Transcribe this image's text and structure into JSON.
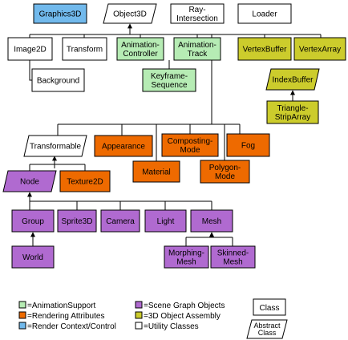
{
  "colors": {
    "animation": "#b6ecb4",
    "rendering": "#ee6a00",
    "render_context": "#71b9ec",
    "scene_graph": "#b06ad0",
    "assembly": "#cccc2c",
    "utility": "#ffffff"
  },
  "nodes": {
    "graphics3d": [
      "Graphics3D"
    ],
    "object3d": [
      "Object3D"
    ],
    "rayintersection": [
      "Ray-",
      "Intersection"
    ],
    "loader": [
      "Loader"
    ],
    "image2d": [
      "Image2D"
    ],
    "transform": [
      "Transform"
    ],
    "animcontroller": [
      "Animation-",
      "Controller"
    ],
    "animtrack": [
      "Animation-",
      "Track"
    ],
    "vertexbuffer": [
      "VertexBuffer"
    ],
    "vertexarray": [
      "VertexArray"
    ],
    "background": [
      "Background"
    ],
    "keyframeseq": [
      "Keyframe-",
      "Sequence"
    ],
    "indexbuffer": [
      "IndexBuffer"
    ],
    "trianglestrip": [
      "Triangle-",
      "StripArray"
    ],
    "transformable": [
      "Transformable"
    ],
    "appearance": [
      "Appearance"
    ],
    "compositingmode": [
      "Composting-",
      "Mode"
    ],
    "fog": [
      "Fog"
    ],
    "material": [
      "Material"
    ],
    "polygonmode": [
      "Polygon-",
      "Mode"
    ],
    "node": [
      "Node"
    ],
    "texture2d": [
      "Texture2D"
    ],
    "group": [
      "Group"
    ],
    "sprite3d": [
      "Sprite3D"
    ],
    "camera": [
      "Camera"
    ],
    "light": [
      "Light"
    ],
    "mesh": [
      "Mesh"
    ],
    "world": [
      "World"
    ],
    "morphingmesh": [
      "Morphing-",
      "Mesh"
    ],
    "skinnedmesh": [
      "Skinned-",
      "Mesh"
    ]
  },
  "legend": {
    "animation": "=AnimationSupport",
    "rendering": "=Rendering Attributes",
    "render_context": "=Render Context/Control",
    "scene_graph": "=Scene Graph Objects",
    "assembly": "=3D Object Assembly",
    "utility": "=Utility Classes",
    "class_label": "Class",
    "abstract_label": [
      "Abstract",
      "Class"
    ]
  }
}
